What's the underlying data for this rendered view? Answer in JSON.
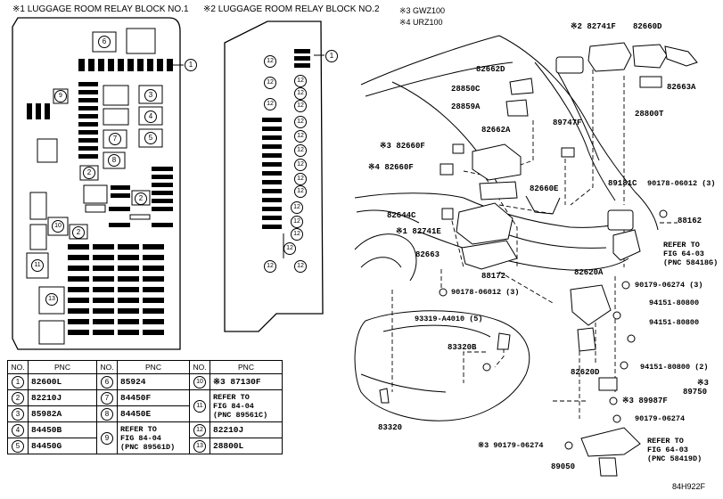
{
  "titles": {
    "block1": "※1 LUGGAGE ROOM RELAY BLOCK NO.1",
    "block2": "※2 LUGGAGE ROOM RELAY BLOCK NO.2"
  },
  "notes": {
    "n3": "※3 GWZ100",
    "n4": "※4 URZ100"
  },
  "block_markers": {
    "b1_6": "6",
    "b1_1": "1",
    "b1_9": "9",
    "b1_3": "3",
    "b1_4": "4",
    "b1_7": "7",
    "b1_5": "5",
    "b1_8": "8",
    "b1_2a": "2",
    "b1_2b": "2",
    "b1_10": "10",
    "b1_2c": "2",
    "b1_11": "11",
    "b1_13": "13",
    "b2_1": "1",
    "b2_12": "12"
  },
  "table": {
    "head_no": "NO.",
    "head_pnc": "PNC",
    "rows_left": [
      {
        "no": "1",
        "pnc": "82600L"
      },
      {
        "no": "2",
        "pnc": "82210J"
      },
      {
        "no": "3",
        "pnc": "85982A"
      },
      {
        "no": "4",
        "pnc": "84450B"
      },
      {
        "no": "5",
        "pnc": "84450G"
      }
    ],
    "rows_mid": [
      {
        "no": "6",
        "pnc": "85924"
      },
      {
        "no": "7",
        "pnc": "84450F"
      },
      {
        "no": "8",
        "pnc": "84450E"
      },
      {
        "no": "9",
        "line1": "REFER TO",
        "line2": "FIG 84-04",
        "line3": "(PNC 89561D)"
      }
    ],
    "rows_right": [
      {
        "no": "10",
        "pnc": "※3 87130F"
      },
      {
        "no": "11",
        "line1": "REFER TO",
        "line2": "FIG 84-04",
        "line3": "(PNC 89561C)"
      },
      {
        "no": "12",
        "pnc": "82210J"
      },
      {
        "no": "13",
        "pnc": "28800L"
      }
    ]
  },
  "parts": {
    "p82741F": "※2 82741F",
    "p82660D": "82660D",
    "p82662D": "82662D",
    "p82663A": "82663A",
    "p28850C": "28850C",
    "p28859A": "28859A",
    "p28800T": "28800T",
    "p89747F": "89747F",
    "p82660F": "※3 82660F",
    "p82662A": "82662A",
    "p82660F4": "※4 82660F",
    "p82660E": "82660E",
    "p89181C": "89181C",
    "p90178a": "90178-06012 (3)",
    "p82644C": "82644C",
    "p88162": "88162",
    "p82741E": "※1 82741E",
    "p82663": "82663",
    "p88172": "88172",
    "p90178b": "90178-06012 (3)",
    "p82620A": "82620A",
    "p90179a": "90179-06274 (3)",
    "p93319": "93319-A4010 (5)",
    "p94151a": "94151-80800",
    "p83320B": "83320B",
    "p94151b": "94151-80800",
    "p94151c": "94151-80800 (2)",
    "p82620D": "82620D",
    "p89750a": "※3",
    "p89750b": "89750",
    "p89987F": "※3 89987F",
    "p90179b": "90179-06274",
    "p83320": "83320",
    "p90179c": "※3 90179-06274",
    "p89050": "89050",
    "drawing_id": "84H922F"
  },
  "refers": {
    "r1_1": "REFER TO",
    "r1_2": "FIG 64-03",
    "r1_3": "(PNC 58418G)",
    "r2_1": "REFER TO",
    "r2_2": "FIG 64-03",
    "r2_3": "(PNC 58419D)"
  }
}
